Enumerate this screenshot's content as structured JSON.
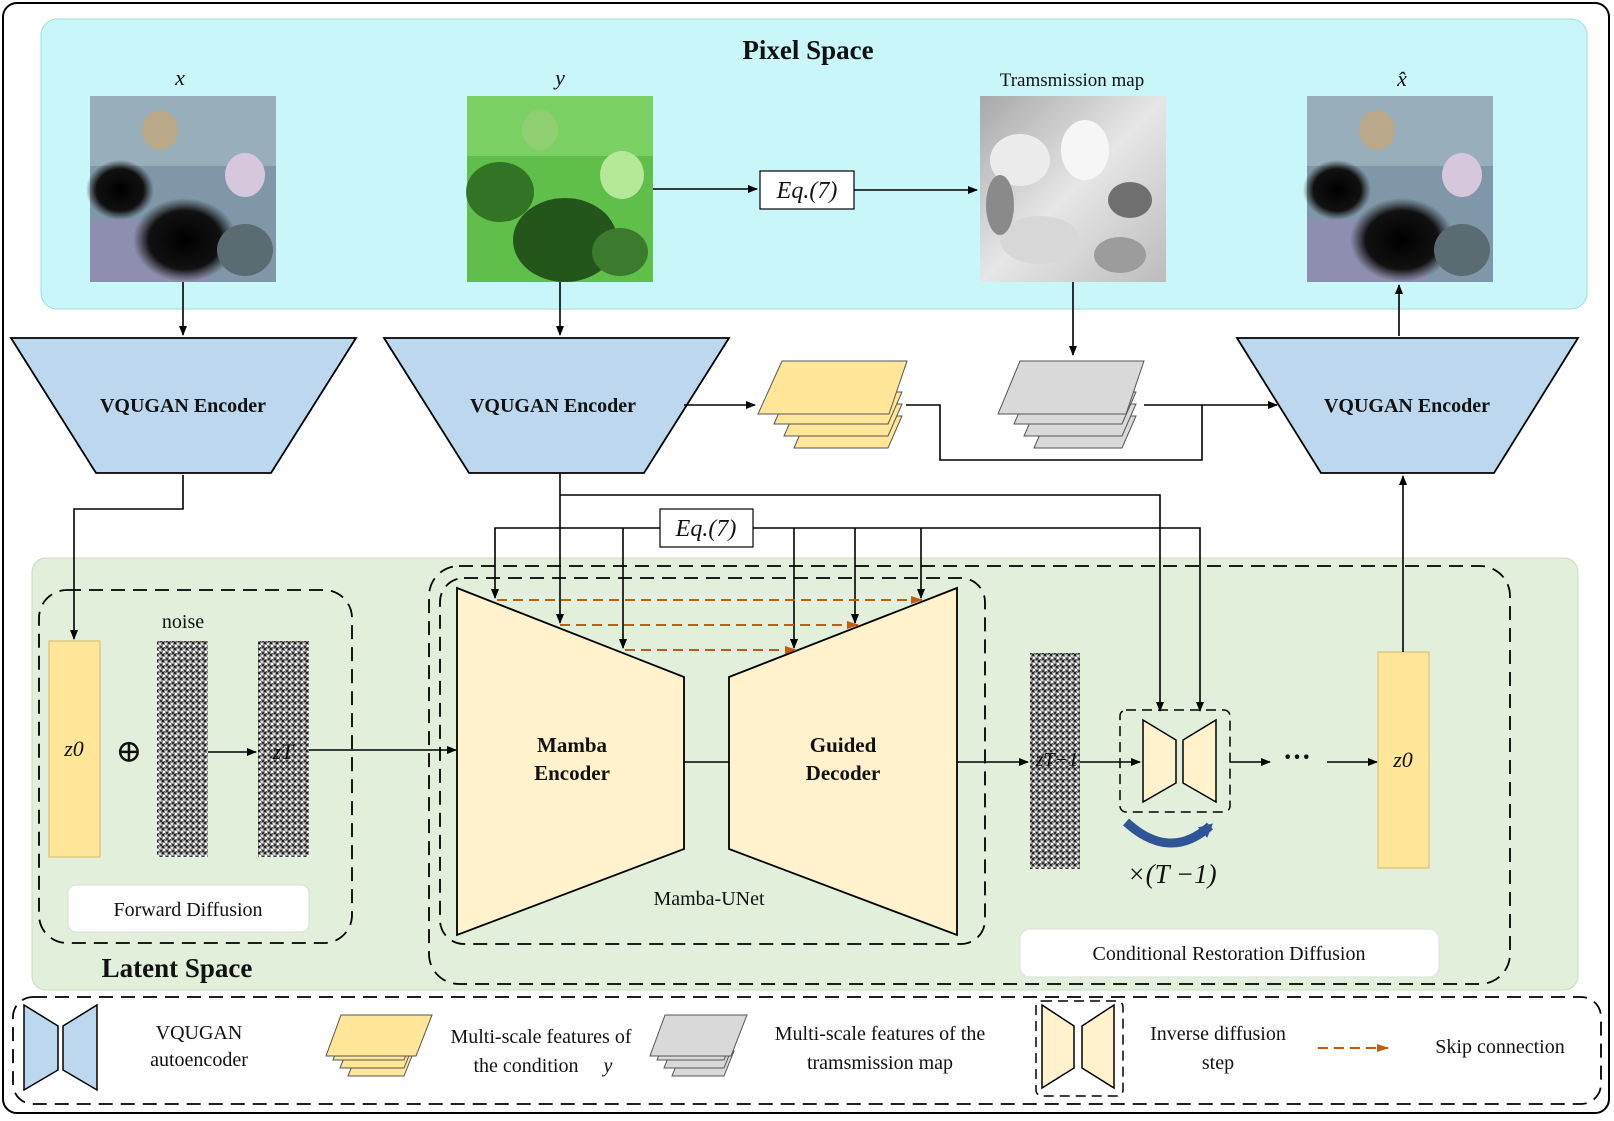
{
  "pixel_space": {
    "title": "Pixel Space",
    "label_x": "x",
    "label_y": "y",
    "label_xhat": "x̂",
    "label_tmap": "Tramsmission map",
    "eq_top": "Eq.(7)"
  },
  "encoders": {
    "enc_left": "VQUGAN Encoder",
    "enc_mid": "VQUGAN Encoder",
    "enc_right": "VQUGAN Encoder"
  },
  "latent_space": {
    "title": "Latent Space",
    "eq_mid": "Eq.(7)",
    "noise_label": "noise",
    "z0_left": "z0",
    "oplus": "⊕",
    "zT": "zT",
    "zT1": "zT−1",
    "z0_right": "z0",
    "ellipsis": "···",
    "repeat": "×(T −1)",
    "forward_diffusion": "Forward Diffusion",
    "mamba_encoder": [
      "Mamba",
      "Encoder"
    ],
    "guided_decoder": [
      "Guided",
      "Decoder"
    ],
    "mamba_unet": "Mamba-UNet",
    "conditional_restoration": "Conditional Restoration Diffusion"
  },
  "legend": {
    "vqugan": [
      "VQUGAN",
      "autoencoder"
    ],
    "cond_features": [
      "Multi-scale features of",
      "the condition"
    ],
    "cond_var": "y",
    "tmap_features": [
      "Multi-scale features of the",
      "tramsmission map"
    ],
    "inverse_step": [
      "Inverse diffusion",
      "step"
    ],
    "skip": "Skip connection"
  },
  "colors": {
    "pixel_bg": "#c9f6f8",
    "latent_bg": "#e2efda",
    "encoder_fill": "#bdd7ee",
    "unet_fill": "#fff2cc",
    "z0_fill": "#ffe699",
    "cond_feat_fill": "#ffe699",
    "tmap_feat_fill": "#d9d9d9",
    "skip_arrow": "#c55a11",
    "repeat_arrow": "#2f5597"
  }
}
